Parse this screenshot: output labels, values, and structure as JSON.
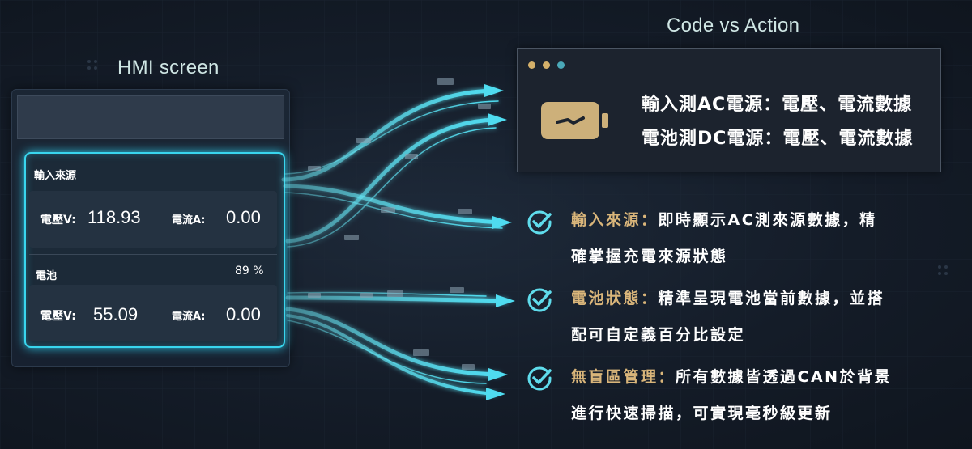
{
  "titles": {
    "hmi": "HMI screen",
    "code_vs_action": "Code vs Action"
  },
  "hmi": {
    "input_section": {
      "label": "輸入來源",
      "voltage_label": "電壓V:",
      "voltage_value": "118.93",
      "current_label": "電流A:",
      "current_value": "0.00"
    },
    "battery_section": {
      "label": "電池",
      "percent": "89 %",
      "voltage_label": "電壓V:",
      "voltage_value": "55.09",
      "current_label": "電流A:",
      "current_value": "0.00"
    }
  },
  "code_window": {
    "line1": "輸入測AC電源：電壓、電流數據",
    "line2": "電池測DC電源：電壓、電流數據",
    "dot_colors": [
      "#d4b06a",
      "#d4b06a",
      "#4aa8b8"
    ]
  },
  "features": [
    {
      "key": "輸入來源：",
      "text": "即時顯示AC測來源數據，精",
      "text2": "確掌握充電來源狀態"
    },
    {
      "key": "電池狀態：",
      "text": "精準呈現電池當前數據，並搭",
      "text2": "配可自定義百分比設定"
    },
    {
      "key": "無盲區管理：",
      "text": "所有數據皆透過CAN於背景",
      "text2": "進行快速掃描，可實現毫秒級更新"
    }
  ],
  "colors": {
    "accent": "#39d6ee",
    "gold": "#d9b57a",
    "background": "#141c28"
  }
}
